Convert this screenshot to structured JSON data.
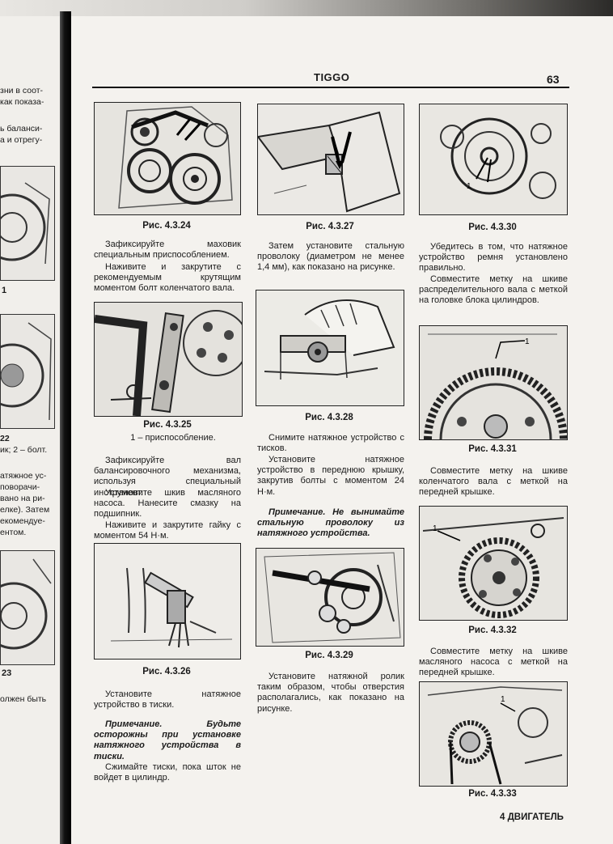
{
  "header": {
    "title": "TIGGO",
    "page_number": "63"
  },
  "left_page": {
    "lines": [
      "зни в соот-",
      "как показа-",
      "ь баланси-",
      "а и отрегу-",
      "22",
      "ик; 2 – болт.",
      "атяжное ус-",
      "поворачи-",
      "вано на ри-",
      "елке). Затем",
      "екомендуе-",
      "ентом.",
      "олжен быть"
    ],
    "captions": [
      "1",
      "23"
    ]
  },
  "figures": {
    "f24": "Рис. 4.3.24",
    "f25": "Рис. 4.3.25",
    "f26": "Рис. 4.3.26",
    "f27": "Рис. 4.3.27",
    "f28": "Рис. 4.3.28",
    "f29": "Рис. 4.3.29",
    "f30": "Рис. 4.3.30",
    "f31": "Рис. 4.3.31",
    "f32": "Рис. 4.3.32",
    "f33": "Рис. 4.3.33"
  },
  "figure_labels": {
    "one": "1"
  },
  "col1": {
    "p1": "Зафиксируйте маховик специальным приспособлением.",
    "p2": "Наживите и закрутите с рекомендуемым крутящим моментом болт коленчатого вала.",
    "legend25": "1 – приспособление.",
    "p3": "Зафиксируйте вал балансировочного механизма, используя специальный инструмент.",
    "p4": "Установите шкив масляного насоса. Нанесите смазку на подшипник.",
    "p5": "Наживите и закрутите гайку с моментом 54 Н·м.",
    "p6": "Установите натяжное устройство в тиски.",
    "note1": "Примечание. Будьте осторожны при установке натяжного устройства в тиски.",
    "p7": "Сжимайте тиски, пока шток не войдет в цилиндр."
  },
  "col2": {
    "p1": "Затем установите стальную проволоку (диаметром не менее 1,4 мм), как показано на рисунке.",
    "p2": "Снимите натяжное устройство с тисков.",
    "p3": "Установите натяжное устройство в переднюю крышку, закрутив болты с моментом 24 Н·м.",
    "note": "Примечание. Не вынимайте стальную проволоку из натяжного устройства.",
    "p4": "Установите натяжной ролик таким образом, чтобы отверстия располагались, как показано на рисунке."
  },
  "col3": {
    "p1": "Убедитесь в том, что натяжное устройство ремня установлено правильно.",
    "p2": "Совместите метку на шкиве распределительного вала с меткой на головке блока цилиндров.",
    "p3": "Совместите метку на шкиве коленчатого вала с меткой на передней крышке.",
    "p4": "Совместите метку на шкиве масляного насоса с меткой на передней крышке."
  },
  "footer": {
    "section": "4 ДВИГАТЕЛЬ"
  }
}
